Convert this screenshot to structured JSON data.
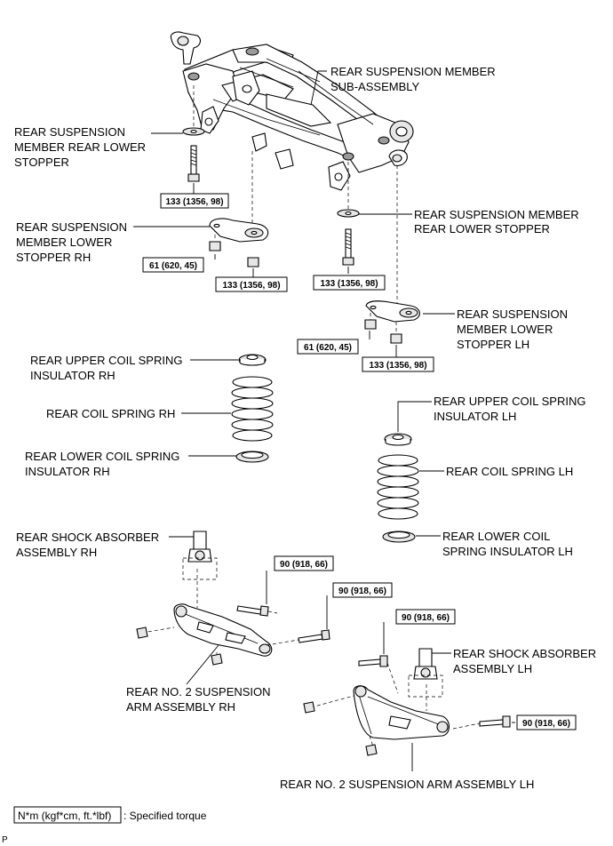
{
  "labels": {
    "member_subassembly": [
      "REAR SUSPENSION MEMBER",
      "SUB-ASSEMBLY"
    ],
    "member_rear_lower_stopper_left": [
      "REAR SUSPENSION",
      "MEMBER REAR LOWER",
      "STOPPER"
    ],
    "member_rear_lower_stopper_right": [
      "REAR SUSPENSION MEMBER",
      "REAR LOWER STOPPER"
    ],
    "member_lower_stopper_rh": [
      "REAR SUSPENSION",
      "MEMBER LOWER",
      "STOPPER RH"
    ],
    "member_lower_stopper_lh": [
      "REAR SUSPENSION",
      "MEMBER LOWER",
      "STOPPER LH"
    ],
    "upper_coil_insulator_rh": [
      "REAR UPPER COIL SPRING",
      "INSULATOR RH"
    ],
    "coil_spring_rh": [
      "REAR COIL SPRING RH"
    ],
    "lower_coil_insulator_rh": [
      "REAR LOWER COIL SPRING",
      "INSULATOR RH"
    ],
    "upper_coil_insulator_lh": [
      "REAR UPPER COIL SPRING",
      "INSULATOR LH"
    ],
    "coil_spring_lh": [
      "REAR COIL SPRING LH"
    ],
    "lower_coil_insulator_lh": [
      "REAR LOWER COIL",
      "SPRING INSULATOR LH"
    ],
    "shock_absorber_rh": [
      "REAR SHOCK ABSORBER",
      "ASSEMBLY RH"
    ],
    "shock_absorber_lh": [
      "REAR SHOCK ABSORBER",
      "ASSEMBLY LH"
    ],
    "arm_rh": [
      "REAR NO. 2 SUSPENSION",
      "ARM ASSEMBLY RH"
    ],
    "arm_lh": [
      "REAR NO. 2 SUSPENSION ARM ASSEMBLY LH"
    ]
  },
  "torques": {
    "t1": "133 (1356, 98)",
    "t2": "61 (620, 45)",
    "t3": "133 (1356, 98)",
    "t4": "133 (1356, 98)",
    "t5": "61 (620, 45)",
    "t6": "133 (1356, 98)",
    "t7": "90 (918, 66)",
    "t8": "90 (918, 66)",
    "t9": "90 (918, 66)",
    "t10": "90 (918, 66)"
  },
  "legend": {
    "unit_box": "N*m (kgf*cm, ft.*lbf)",
    "text": ": Specified torque"
  },
  "figure_code": "P"
}
